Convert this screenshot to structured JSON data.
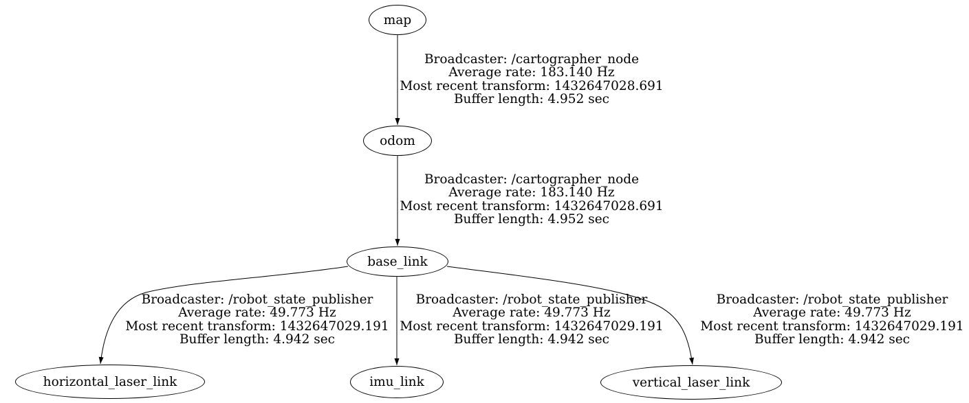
{
  "diagram": {
    "type": "tf-tree",
    "background_color": "#ffffff",
    "line_color": "#000000",
    "text_color": "#000000",
    "nodes": [
      {
        "id": "map",
        "label": "map"
      },
      {
        "id": "odom",
        "label": "odom"
      },
      {
        "id": "base_link",
        "label": "base_link"
      },
      {
        "id": "horizontal_laser_link",
        "label": "horizontal_laser_link"
      },
      {
        "id": "imu_link",
        "label": "imu_link"
      },
      {
        "id": "vertical_laser_link",
        "label": "vertical_laser_link"
      }
    ],
    "edges": [
      {
        "from": "map",
        "to": "odom",
        "label_lines": [
          "Broadcaster: /cartographer_node",
          "Average rate: 183.140 Hz",
          "Most recent transform: 1432647028.691",
          "Buffer length: 4.952 sec"
        ]
      },
      {
        "from": "odom",
        "to": "base_link",
        "label_lines": [
          "Broadcaster: /cartographer_node",
          "Average rate: 183.140 Hz",
          "Most recent transform: 1432647028.691",
          "Buffer length: 4.952 sec"
        ]
      },
      {
        "from": "base_link",
        "to": "horizontal_laser_link",
        "label_lines": [
          "Broadcaster: /robot_state_publisher",
          "Average rate: 49.773 Hz",
          "Most recent transform: 1432647029.191",
          "Buffer length: 4.942 sec"
        ]
      },
      {
        "from": "base_link",
        "to": "imu_link",
        "label_lines": [
          "Broadcaster: /robot_state_publisher",
          "Average rate: 49.773 Hz",
          "Most recent transform: 1432647029.191",
          "Buffer length: 4.942 sec"
        ]
      },
      {
        "from": "base_link",
        "to": "vertical_laser_link",
        "label_lines": [
          "Broadcaster: /robot_state_publisher",
          "Average rate: 49.773 Hz",
          "Most recent transform: 1432647029.191",
          "Buffer length: 4.942 sec"
        ]
      }
    ]
  }
}
